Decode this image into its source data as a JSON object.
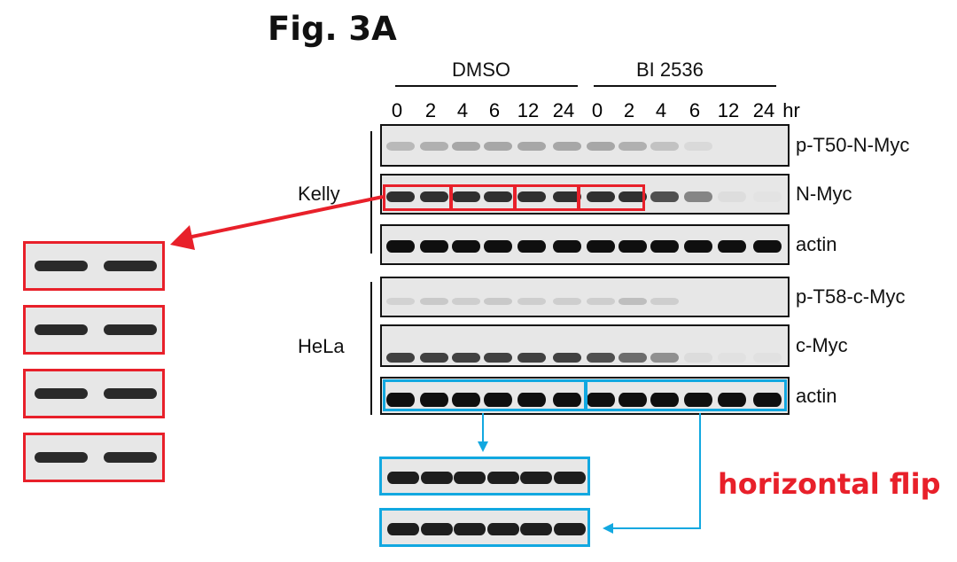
{
  "figure": {
    "title": "Fig. 3A",
    "groups": [
      {
        "label": "DMSO"
      },
      {
        "label": "BI 2536"
      }
    ],
    "time_points": [
      "0",
      "2",
      "4",
      "6",
      "12",
      "24",
      "0",
      "2",
      "4",
      "6",
      "12",
      "24"
    ],
    "time_unit": "hr",
    "cell_lines": [
      "Kelly",
      "HeLa"
    ],
    "blots": [
      {
        "label": "p-T50-N-Myc",
        "band_intensity": [
          0.35,
          0.4,
          0.45,
          0.45,
          0.45,
          0.45,
          0.45,
          0.4,
          0.3,
          0.12,
          0,
          0
        ]
      },
      {
        "label": "N-Myc",
        "band_intensity": [
          0.9,
          0.9,
          0.9,
          0.9,
          0.9,
          0.9,
          0.9,
          0.9,
          0.8,
          0.6,
          0.08,
          0.03
        ]
      },
      {
        "label": "actin",
        "band_intensity": [
          1,
          1,
          1,
          1,
          1,
          1,
          1,
          1,
          1,
          1,
          1,
          1
        ]
      },
      {
        "label": "p-T58-c-Myc",
        "band_intensity": [
          0.18,
          0.25,
          0.22,
          0.25,
          0.22,
          0.22,
          0.22,
          0.32,
          0.22,
          0,
          0,
          0
        ]
      },
      {
        "label": "c-Myc",
        "band_intensity": [
          0.85,
          0.85,
          0.85,
          0.85,
          0.85,
          0.85,
          0.8,
          0.7,
          0.55,
          0.1,
          0.05,
          0.05
        ]
      },
      {
        "label": "actin",
        "band_intensity": [
          1,
          1,
          1,
          1,
          1,
          1,
          1,
          1,
          1,
          1,
          1,
          1
        ]
      }
    ],
    "annotation": "horizontal flip",
    "colors": {
      "duplicate_red": "#e8202a",
      "flip_blue": "#12a8e0"
    }
  }
}
